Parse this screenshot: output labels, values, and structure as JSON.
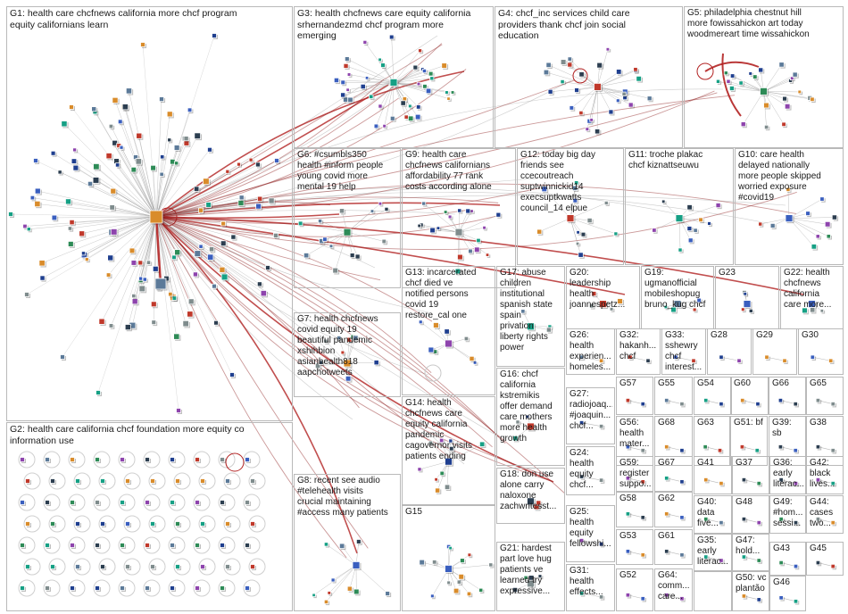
{
  "groups": [
    {
      "id": "g1",
      "label": "G1: health care chcfnews california more chcf program\nequity californians learn"
    },
    {
      "id": "g2",
      "label": "G2: health care california chcf foundation more equity co\ninformation use"
    },
    {
      "id": "g3",
      "label": "G3: health chcfnews care equity california\nsrhernandezmd chcf program more\nemerging"
    },
    {
      "id": "g4",
      "label": "G4: chcf_inc services child care\nproviders thank chcf join social\neducation"
    },
    {
      "id": "g5",
      "label": "G5: philadelphia chestnut hill\nmore fowissahickon art today\nwoodmereart time wissahickon"
    },
    {
      "id": "g6",
      "label": "G6: #csumbls350\nhealth #inform people\nyoung covid more\nmental 19 help"
    },
    {
      "id": "g7",
      "label": "G7: health chcfnews\ncovid equity 19\nbeautiful pandemic\nxshihbion\nasianhealth818\naapchotweets"
    },
    {
      "id": "g8",
      "label": "G8: recent see audio\n#telehealth visits\ncrucial maintaining\n#access many patients"
    },
    {
      "id": "g9",
      "label": "G9: health care\nchcfnews californians\naffordability 77 rank\ncosts according alone"
    },
    {
      "id": "g10",
      "label": "G10: care health\ndelayed nationally\nmore people skipped\nworried exposure\n#covid19"
    },
    {
      "id": "g11",
      "label": "G11: troche plakac\nchcf kiznattseuwu"
    },
    {
      "id": "g12",
      "label": "G12: today big day\nfriends see\nccecoutreach\nsuptwinnickid14\nexecsuptkwatts\ncouncil_14 elpue"
    },
    {
      "id": "g13",
      "label": "G13: incarcerated\nchcf died ve\nnotified persons\ncovid 19\nrestore_cal one"
    },
    {
      "id": "g14",
      "label": "G14: health\nchcfnews care\nequity california\npandemic\ncagovernor visits\npatients ending"
    },
    {
      "id": "g15",
      "label": "G15"
    },
    {
      "id": "g16",
      "label": "G16: chcf\ncalifornia\nkstremikis\noffer demand\ncare mothers\nmore health\ngrowth"
    },
    {
      "id": "g17",
      "label": "G17: abuse\nchildren\ninstitutional\nspanish state\nspain\nprivation\nliberty rights\npower"
    },
    {
      "id": "g18",
      "label": "G18: don use\nalone carry\nnaloxone\nzachwritesst..."
    },
    {
      "id": "g19",
      "label": "G19:\nugmanofficial\nmobileshopug\nbruno_kug chcf"
    },
    {
      "id": "g20",
      "label": "G20:\nleadership\nhealth\njoannespetz..."
    },
    {
      "id": "g21",
      "label": "G21: hardest\npart love hug\npatients ve\nlearned try\nexpressive..."
    },
    {
      "id": "g22",
      "label": "G22: health\nchcfnews\ncalifornia\ncare more..."
    },
    {
      "id": "g23",
      "label": "G23"
    },
    {
      "id": "g24",
      "label": "G24:\nhealth\nequity\nchcf..."
    },
    {
      "id": "g25",
      "label": "G25:\nhealth\nequity\nfellowshi..."
    },
    {
      "id": "g26",
      "label": "G26:\nhealth\nexperien...\nhomeles..."
    },
    {
      "id": "g27",
      "label": "G27:\nradiojoaq...\n#joaquin...\nchcf..."
    },
    {
      "id": "g28",
      "label": "G28"
    },
    {
      "id": "g29",
      "label": "G29"
    },
    {
      "id": "g30",
      "label": "G30"
    },
    {
      "id": "g31",
      "label": "G31:\nhealth\neffects..."
    },
    {
      "id": "g32",
      "label": "G32:\nhakanh...\nchcf"
    },
    {
      "id": "g33",
      "label": "G33:\nsshewry\nchcf\ninterest..."
    },
    {
      "id": "g35",
      "label": "G35:\nearly\nliterac..."
    },
    {
      "id": "g36",
      "label": "G36:\nearly\nliterac..."
    },
    {
      "id": "g37",
      "label": "G37"
    },
    {
      "id": "g38",
      "label": "G38"
    },
    {
      "id": "g39",
      "label": "G39:\nsb"
    },
    {
      "id": "g40",
      "label": "G40:\ndata\nfive..."
    },
    {
      "id": "g41",
      "label": "G41"
    },
    {
      "id": "g42",
      "label": "G42:\nblack\nlives..."
    },
    {
      "id": "g43",
      "label": "G43"
    },
    {
      "id": "g44",
      "label": "G44:\ncases\ntwo..."
    },
    {
      "id": "g45",
      "label": "G45"
    },
    {
      "id": "g46",
      "label": "G46"
    },
    {
      "id": "g47",
      "label": "G47:\nhold..."
    },
    {
      "id": "g48",
      "label": "G48"
    },
    {
      "id": "g49",
      "label": "G49:\n#hom...\nsessi..."
    },
    {
      "id": "g50",
      "label": "G50: vc\nplantão"
    },
    {
      "id": "g51",
      "label": "G51: bf"
    },
    {
      "id": "g52",
      "label": "G52"
    },
    {
      "id": "g53",
      "label": "G53"
    },
    {
      "id": "g54",
      "label": "G54"
    },
    {
      "id": "g55",
      "label": "G55"
    },
    {
      "id": "g56",
      "label": "G56:\nhealth\nmater..."
    },
    {
      "id": "g57",
      "label": "G57"
    },
    {
      "id": "g58",
      "label": "G58"
    },
    {
      "id": "g59",
      "label": "G59:\nregister\nsuppo..."
    },
    {
      "id": "g60",
      "label": "G60"
    },
    {
      "id": "g61",
      "label": "G61"
    },
    {
      "id": "g62",
      "label": "G62"
    },
    {
      "id": "g63",
      "label": "G63"
    },
    {
      "id": "g64",
      "label": "G64:\ncomm...\ncare..."
    },
    {
      "id": "g65",
      "label": "G65"
    },
    {
      "id": "g66",
      "label": "G66"
    },
    {
      "id": "g67",
      "label": "G67"
    },
    {
      "id": "g68",
      "label": "G68"
    }
  ],
  "colors": {
    "edge_gray": "#9a9a9a",
    "edge_red": "#b22222",
    "edge_dark_red": "#8b1a1a",
    "box_border": "#b9b9b9",
    "node_blue": "#1f3f8f",
    "node_green": "#2e8b57",
    "node_orange": "#d98c2b",
    "label_text": "#1a1a1a"
  }
}
